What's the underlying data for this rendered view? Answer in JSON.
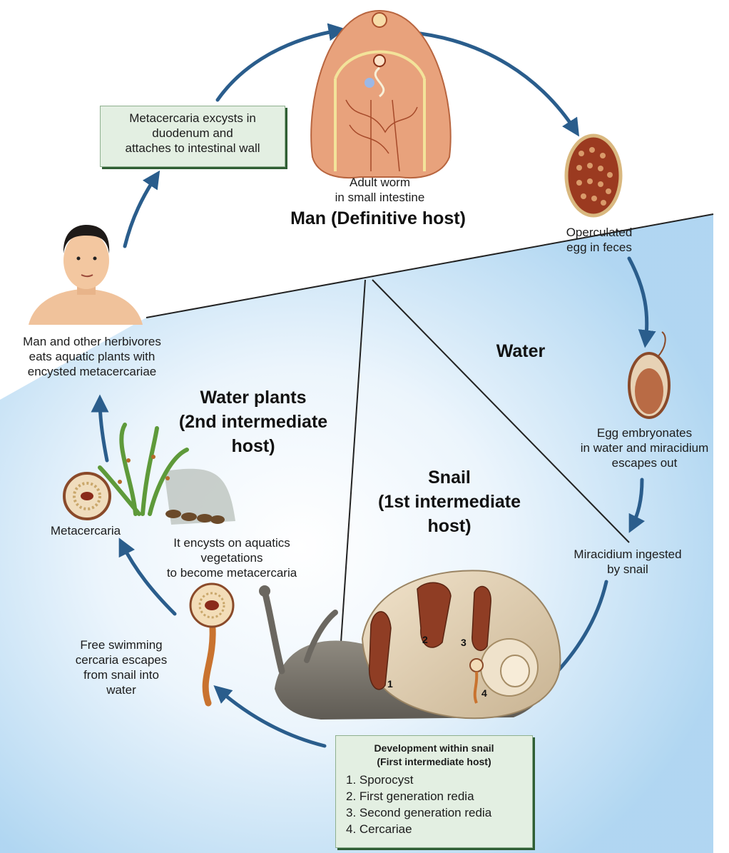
{
  "zones": {
    "man": "Man (Definitive host)",
    "water": "Water",
    "plants_1": "Water plants",
    "plants_2": "(2nd intermediate",
    "plants_3": "host)",
    "snail_1": "Snail",
    "snail_2": "(1st intermediate",
    "snail_3": "host)"
  },
  "stages": {
    "adult": [
      "Adult worm",
      "in small intestine"
    ],
    "egg": [
      "Operculated",
      "egg in feces"
    ],
    "embryo": [
      "Egg embryonates",
      "in water and miracidium",
      "escapes out"
    ],
    "miracidium": [
      "Miracidium ingested",
      "by snail"
    ],
    "cercaria": [
      "Free swimming",
      "cercaria escapes",
      "from snail into",
      "water"
    ],
    "encysts": [
      "It encysts  on aquatics",
      "vegetations",
      "to become metacercaria"
    ],
    "metacercaria": "Metacercaria",
    "human": [
      "Man and other herbivores",
      "eats aquatic plants with",
      "encysted metacercariae"
    ]
  },
  "excyst_box": [
    "Metacercaria excysts in",
    "duodenum and",
    "attaches to intestinal wall"
  ],
  "snail_box": {
    "title": "Development within snail",
    "subtitle": "(First intermediate host)",
    "items": [
      "1. Sporocyst",
      "2. First generation redia",
      "3. Second generation redia",
      "4. Cercariae"
    ]
  },
  "snail_numbers": [
    "1",
    "2",
    "3",
    "4"
  ],
  "colors": {
    "arrow": "#2a5d8c",
    "box_fill": "#e3efe2",
    "box_shadow": "#2f5e34",
    "worm_body": "#e8a27c",
    "water": "#9cc9ec"
  }
}
